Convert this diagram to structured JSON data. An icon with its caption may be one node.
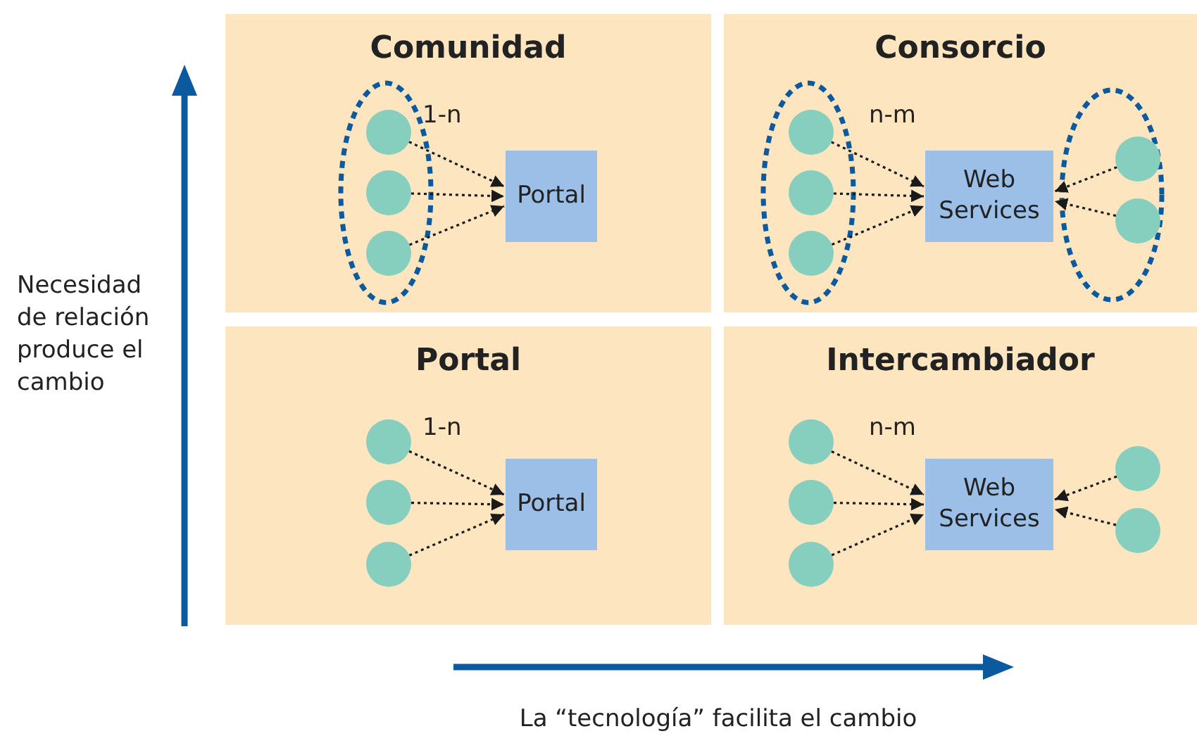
{
  "diagram": {
    "nodes": [
      {
        "text": [
          "Comunidad",
          "1-n"
        ]
      },
      {
        "text": [],
        "shape": "ellipse",
        "in": 0
      },
      {
        "text": [],
        "shape": "circle",
        "in": 1
      },
      {
        "text": [],
        "shape": "circle",
        "in": 1
      },
      {
        "text": [],
        "shape": "circle",
        "in": 1
      },
      {
        "text": [
          "Portal"
        ],
        "in": 0
      },
      {
        "text": [
          "Consorcio",
          "n-m"
        ]
      },
      {
        "text": [],
        "shape": "ellipse",
        "in": 6
      },
      {
        "text": [],
        "shape": "circle",
        "in": 7
      },
      {
        "text": [],
        "shape": "circle",
        "in": 7
      },
      {
        "text": [],
        "shape": "circle",
        "in": 7
      },
      {
        "text": [
          "Web Services"
        ],
        "in": 6
      },
      {
        "text": [],
        "shape": "ellipse",
        "in": 6
      },
      {
        "text": [],
        "shape": "circle",
        "in": 12
      },
      {
        "text": [],
        "shape": "circle",
        "in": 12
      },
      {
        "text": [
          "Portal",
          "1-n"
        ]
      },
      {
        "text": [],
        "shape": "circle",
        "in": 15
      },
      {
        "text": [],
        "shape": "circle",
        "in": 15
      },
      {
        "text": [],
        "shape": "circle",
        "in": 15
      },
      {
        "text": [
          "Portal"
        ],
        "in": 15
      },
      {
        "text": [
          "Intercambiador",
          "n-m"
        ]
      },
      {
        "text": [],
        "shape": "circle",
        "in": 20
      },
      {
        "text": [],
        "shape": "circle",
        "in": 20
      },
      {
        "text": [],
        "shape": "circle",
        "in": 20
      },
      {
        "text": [
          "Web Services"
        ],
        "in": 20
      },
      {
        "text": [],
        "shape": "circle",
        "in": 20
      },
      {
        "text": [],
        "shape": "circle",
        "in": 20
      }
    ],
    "edges": [
      {
        "from": 2,
        "to": 5,
        "arrow": "to",
        "style": "dashed"
      },
      {
        "from": 3,
        "to": 5,
        "arrow": "to",
        "style": "dashed"
      },
      {
        "from": 4,
        "to": 5,
        "arrow": "to",
        "style": "dashed"
      },
      {
        "from": 8,
        "to": 11,
        "arrow": "to",
        "style": "dashed"
      },
      {
        "from": 9,
        "to": 11,
        "arrow": "to",
        "style": "dashed"
      },
      {
        "from": 10,
        "to": 11,
        "arrow": "to",
        "style": "dashed"
      },
      {
        "from": 13,
        "to": 11,
        "arrow": "to",
        "style": "dashed"
      },
      {
        "from": 14,
        "to": 11,
        "arrow": "to",
        "style": "dashed"
      },
      {
        "from": 16,
        "to": 19,
        "arrow": "to",
        "style": "dashed"
      },
      {
        "from": 17,
        "to": 19,
        "arrow": "to",
        "style": "dashed"
      },
      {
        "from": 18,
        "to": 19,
        "arrow": "to",
        "style": "dashed"
      },
      {
        "from": 21,
        "to": 24,
        "arrow": "to",
        "style": "dashed"
      },
      {
        "from": 22,
        "to": 24,
        "arrow": "to",
        "style": "dashed"
      },
      {
        "from": 23,
        "to": 24,
        "arrow": "to",
        "style": "dashed"
      },
      {
        "from": 25,
        "to": 24,
        "arrow": "to",
        "style": "dashed"
      },
      {
        "from": 26,
        "to": 24,
        "arrow": "to",
        "style": "dashed"
      }
    ],
    "labels": [
      "Necesidad de relación produce el cambio",
      "La “tecnología” facilita el cambio"
    ]
  }
}
